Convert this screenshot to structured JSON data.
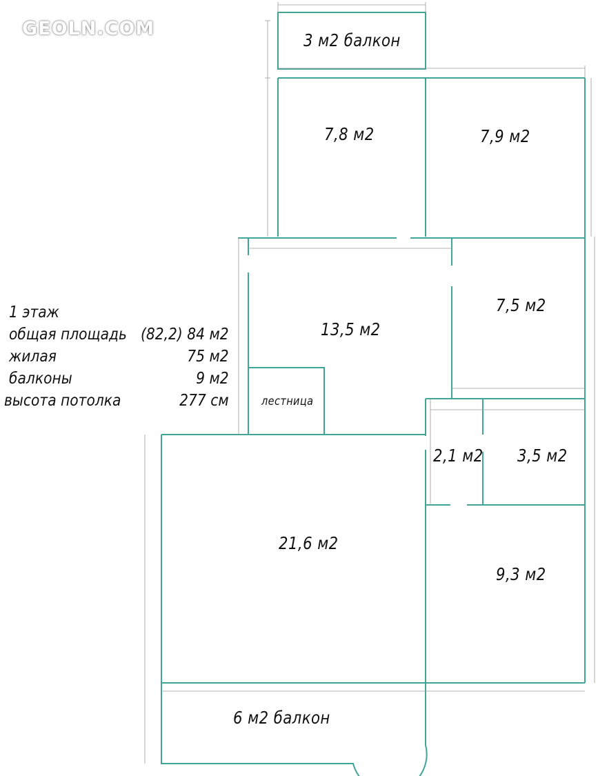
{
  "watermark": "GEOLN.COM",
  "rooms": {
    "balcony_top": "3 м2 балкон",
    "bedroom_left": "7,8 м2",
    "bedroom_right": "7,9 м2",
    "hall": "13,5 м2",
    "room_right": "7,5 м2",
    "stairs": "лестница",
    "wc": "2,1 м2",
    "bath": "3,5 м2",
    "living": "21,6 м2",
    "kitchen": "9,3 м2",
    "balcony_bottom": "6 м2 балкон"
  },
  "legend": {
    "floor": "1 этаж",
    "rows": [
      {
        "label": "общая площадь",
        "value": "(82,2) 84 м2"
      },
      {
        "label": "жилая",
        "value": "75 м2"
      },
      {
        "label": "балконы",
        "value": "9 м2"
      },
      {
        "label": "высота потолка",
        "value": "277 см"
      }
    ]
  },
  "colors": {
    "wall": "#3ea597",
    "dimension": "#9a9a9a"
  }
}
